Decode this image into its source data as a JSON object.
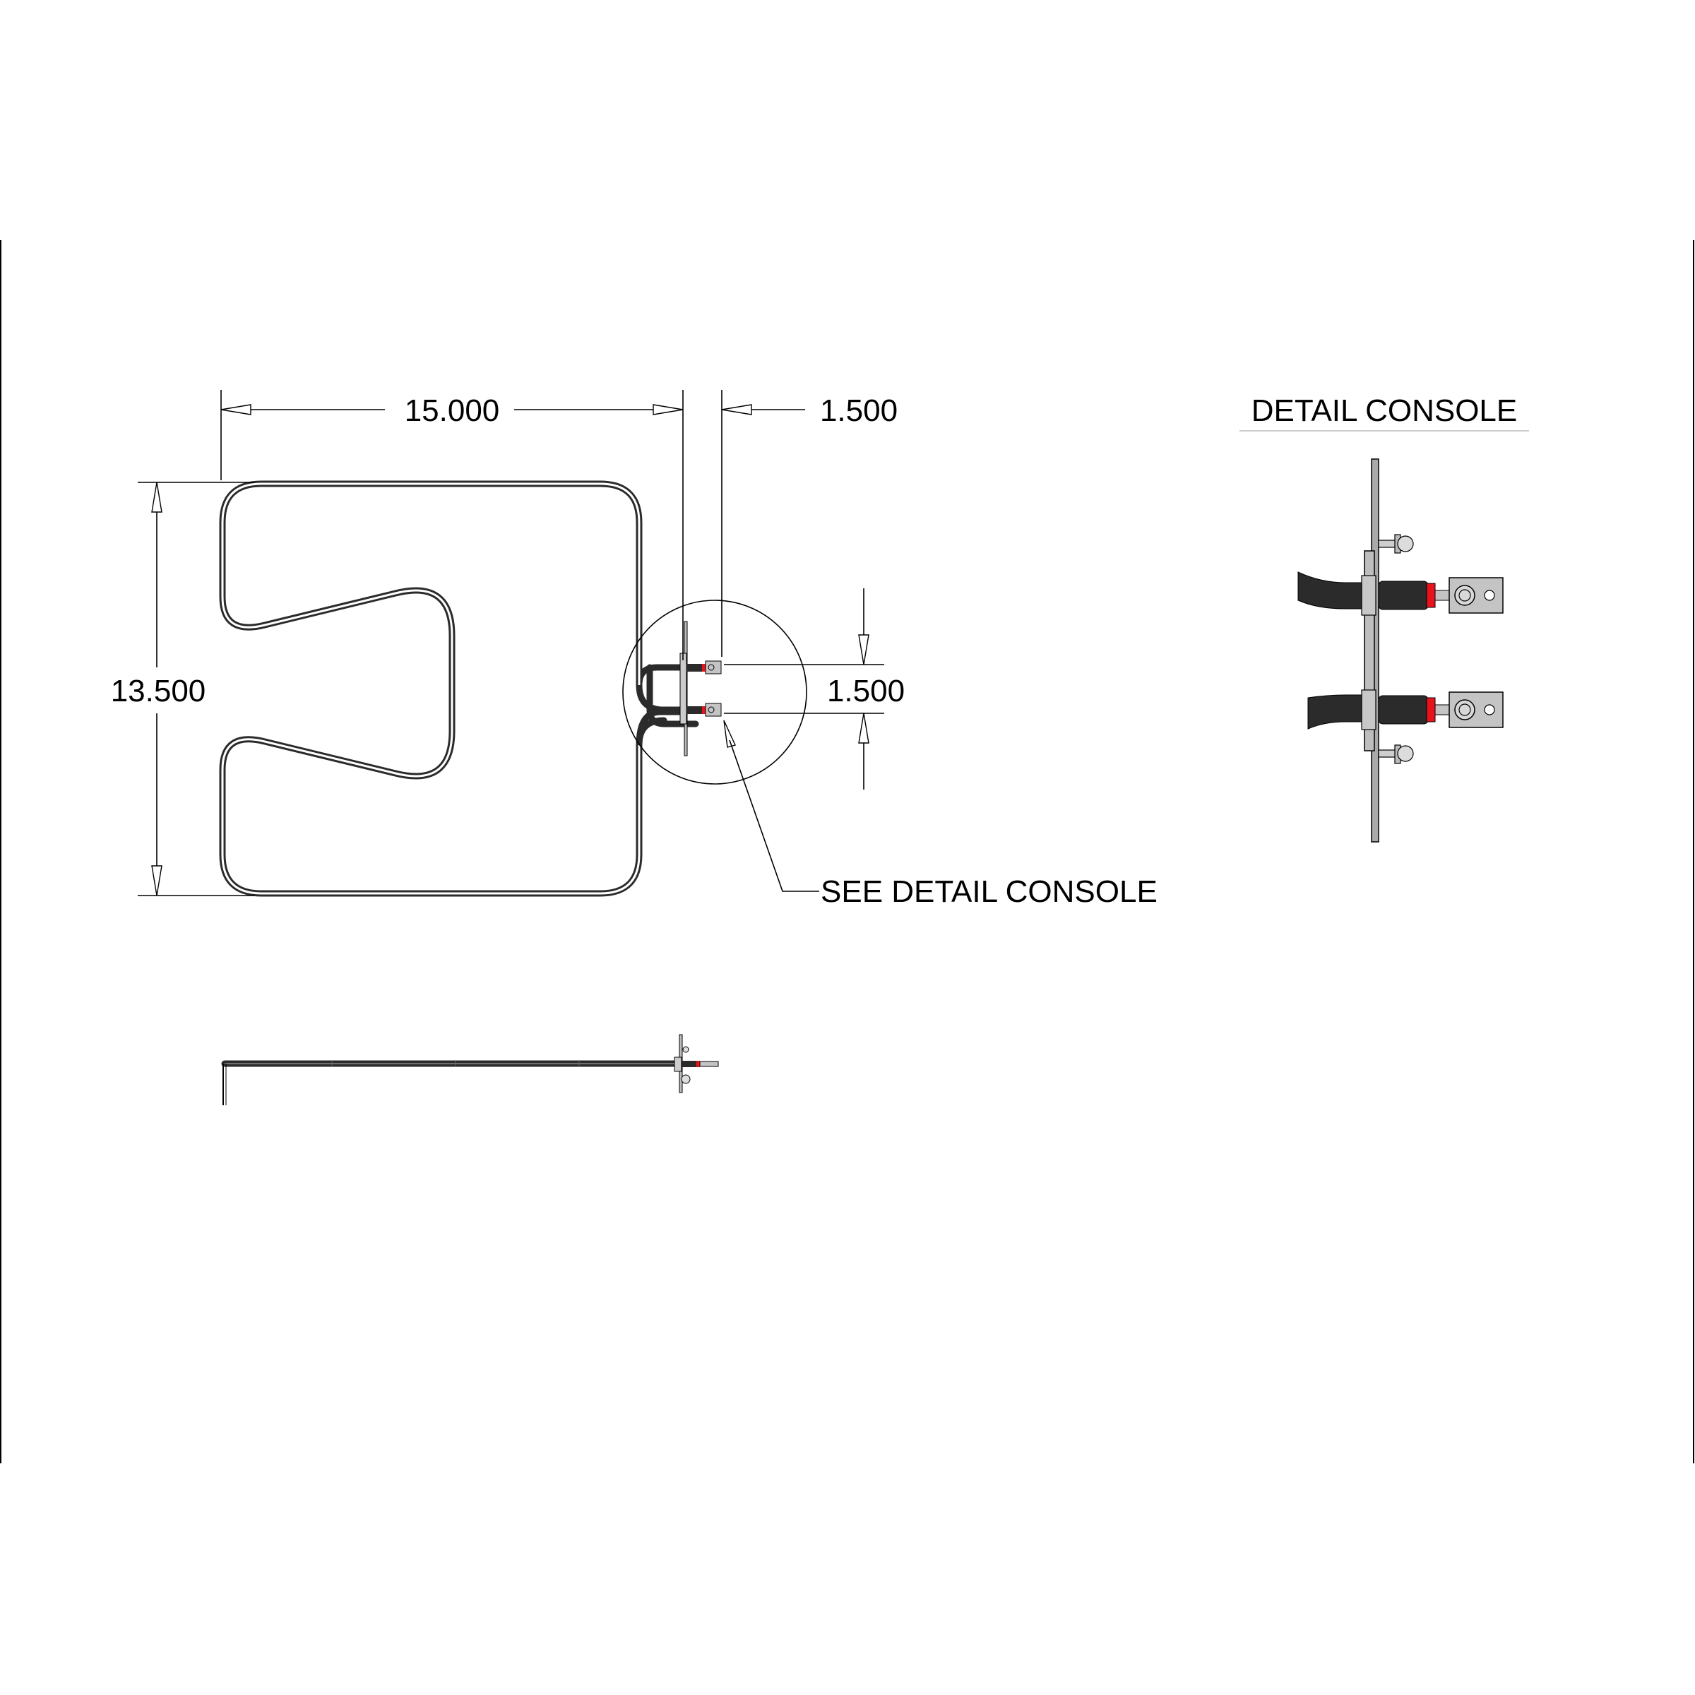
{
  "drawing": {
    "dimensions": {
      "overall_width": "15.000",
      "terminal_offset": "1.500",
      "overall_height": "13.500",
      "terminal_spacing": "1.500"
    },
    "callout": "SEE DETAIL CONSOLE",
    "detail_title": "DETAIL CONSOLE",
    "colors": {
      "element": "#2b2b2b",
      "terminal_red": "#e8141c",
      "bracket": "#9a9a9a",
      "lug": "#c4c4c4",
      "line": "#000000"
    }
  }
}
